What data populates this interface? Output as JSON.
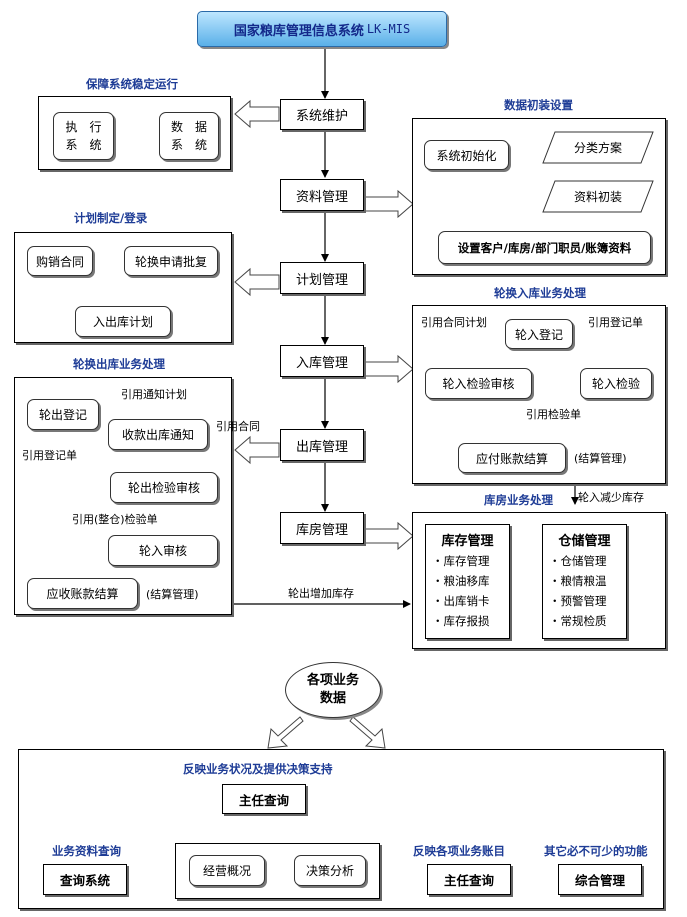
{
  "header": {
    "title": "国家粮库管理信息系统",
    "code": "LK-MIS"
  },
  "main_flow": [
    "系统维护",
    "资料管理",
    "计划管理",
    "入库管理",
    "出库管理",
    "库房管理"
  ],
  "stable": {
    "title": "保障系统稳定运行",
    "exec": "执　行\n系　统",
    "data": "数　据\n系　统"
  },
  "init": {
    "title": "数据初装设置",
    "init": "系统初始化",
    "scheme": "分类方案",
    "load": "资料初装",
    "setup": "设置客户/库房/部门职员/账簿资料"
  },
  "plan": {
    "title": "计划制定/登录",
    "contract": "购销合同",
    "approve": "轮换申请批复",
    "inout": "入出库计划"
  },
  "inbound": {
    "title": "轮换入库业务处理",
    "ref_contract_plan": "引用合同计划",
    "reg": "轮入登记",
    "ref_reg": "引用登记单",
    "inspect": "轮入检验",
    "audit": "轮入检验审核",
    "ref_inspect": "引用检验单",
    "payable": "应付账款结算",
    "settle": "(结算管理)",
    "reduce": "轮入减少库存"
  },
  "outbound": {
    "title": "轮换出库业务处理",
    "ref_notice": "引用通知计划",
    "reg": "轮出登记",
    "ref_contract": "引用合同",
    "notice": "收款出库通知",
    "ref_reg": "引用登记单",
    "inspect": "轮出检验审核",
    "ref_whole": "引用(整仓)检验单",
    "audit": "轮入审核",
    "receivable": "应收账款结算",
    "settle": "(结算管理)",
    "increase": "轮出增加库存"
  },
  "warehouse": {
    "title": "库房业务处理",
    "stock": {
      "title": "库存管理",
      "items": [
        "・库存管理",
        "・粮油移库",
        "・出库销卡",
        "・库存报损"
      ]
    },
    "storage": {
      "title": "仓储管理",
      "items": [
        "・仓储管理",
        "・粮情粮温",
        "・预警管理",
        "・常规检质"
      ]
    }
  },
  "biz_data": {
    "line1": "各项业务",
    "line2": "数据"
  },
  "decision": {
    "title": "反映业务状况及提供决策支持",
    "director": "主任查询",
    "query_title": "业务资料查询",
    "query": "查询系统",
    "overview": "经营概况",
    "analysis": "决策分析",
    "ledger_title": "反映各项业务账目",
    "ledger": "主任查询",
    "other_title": "其它必不可少的功能",
    "other": "综合管理"
  }
}
